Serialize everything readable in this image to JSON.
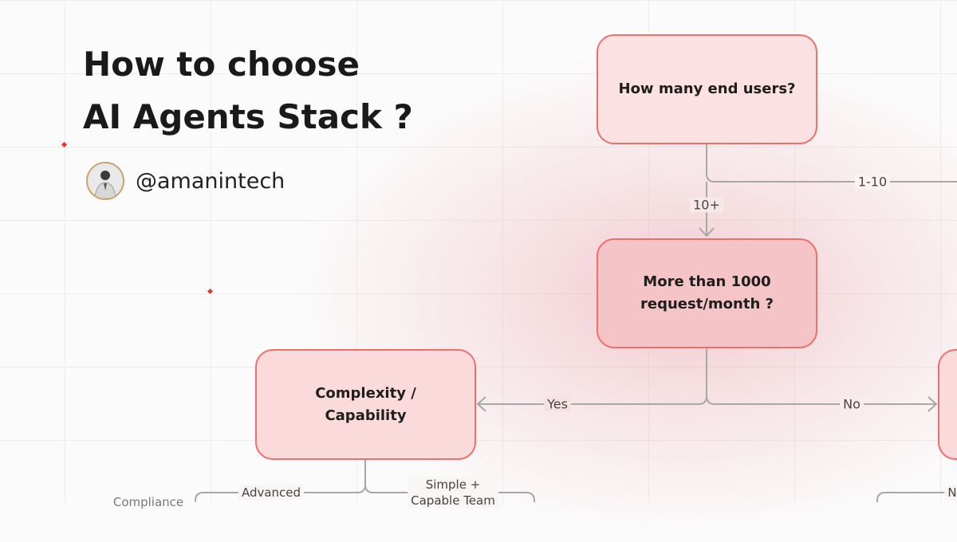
{
  "title": {
    "line1": "How to choose",
    "line2": "AI Agents Stack ?"
  },
  "author": {
    "handle": "@amanintech",
    "avatar_icon": "avatar-photo-icon"
  },
  "nodes": {
    "end_users": "How many end users?",
    "requests_line1": "More than 1000",
    "requests_line2": "request/month ?",
    "complexity_line1": "Complexity /",
    "complexity_line2": "Capability"
  },
  "edges": {
    "one_to_ten": "1-10",
    "ten_plus": "10+",
    "yes": "Yes",
    "no": "No",
    "advanced": "Advanced",
    "simple_line1": "Simple +",
    "simple_line2": "Capable Team",
    "compliance": "Compliance",
    "n_partial": "N"
  },
  "colors": {
    "node_border": "#ef6f6c",
    "node_fill": "#fbe1e2",
    "connector": "#a8a8a8",
    "accent_dot": "#e53935"
  }
}
